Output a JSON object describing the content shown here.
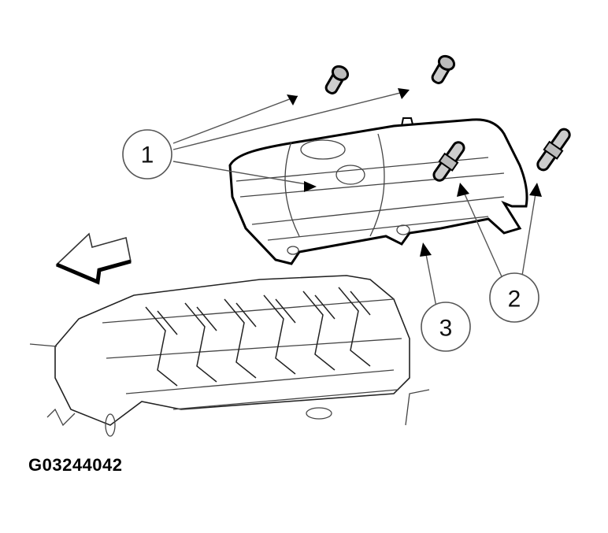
{
  "figure": {
    "id_label": "G03244042",
    "description": "Exhaust manifold exploded view with cylinder head"
  },
  "callouts": [
    {
      "number": "1",
      "part": "bolts"
    },
    {
      "number": "2",
      "part": "studs"
    },
    {
      "number": "3",
      "part": "exhaust-manifold"
    }
  ],
  "direction_arrow": {
    "direction": "left",
    "meaning": "vehicle front"
  },
  "colors": {
    "ink": "#000000",
    "leader": "#555555",
    "background": "#ffffff"
  }
}
